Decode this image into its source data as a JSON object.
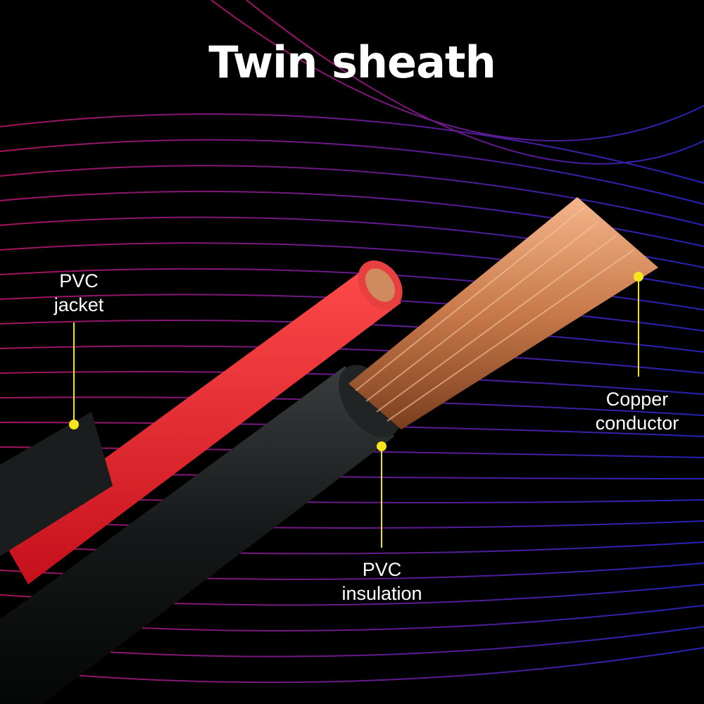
{
  "title": "Twin sheath",
  "colors": {
    "background": "#000000",
    "accent_line": "#f2e21a",
    "jacket_red": "#e8202a",
    "copper": "#c8794a"
  },
  "callouts": [
    {
      "id": "pvc-jacket",
      "line1": "PVC",
      "line2": "jacket"
    },
    {
      "id": "copper-conductor",
      "line1": "Copper",
      "line2": "conductor"
    },
    {
      "id": "pvc-insulation",
      "line1": "PVC",
      "line2": "insulation"
    }
  ]
}
